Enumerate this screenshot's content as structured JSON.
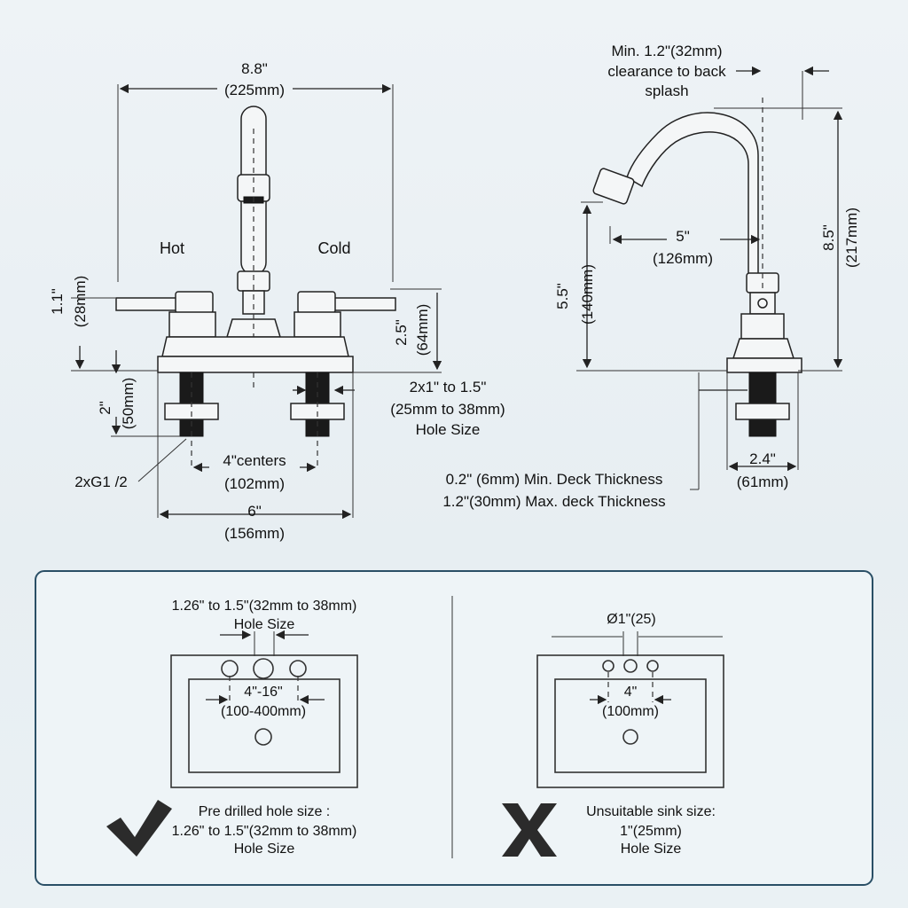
{
  "front_view": {
    "width_in": "8.8\"",
    "width_mm": "(225mm)",
    "hot": "Hot",
    "cold": "Cold",
    "handle_h_in": "1.1\"",
    "handle_h_mm": "(28mm)",
    "base_h_in": "2.5\"",
    "base_h_mm": "(64mm)",
    "shank_in": "2\"",
    "shank_mm": "(50mm)",
    "hole_line1": "2x1\" to 1.5\"",
    "hole_line2": "(25mm to 38mm)",
    "hole_line3": "Hole Size",
    "centers_in": "4\"centers",
    "centers_mm": "(102mm)",
    "thread": "2xG1 /2",
    "base_w_in": "6\"",
    "base_w_mm": "(156mm)"
  },
  "side_view": {
    "clearance1": "Min. 1.2\"(32mm)",
    "clearance2": "clearance to back",
    "clearance3": "splash",
    "reach_in": "5\"",
    "reach_mm": "(126mm)",
    "spout_h_in": "5.5\"",
    "spout_h_mm": "(140mm)",
    "total_h_in": "8.5\"",
    "total_h_mm": "(217mm)",
    "base_d_in": "2.4\"",
    "base_d_mm": "(61mm)",
    "deck_min": "0.2\" (6mm) Min. Deck Thickness",
    "deck_max": "1.2\"(30mm) Max. deck Thickness"
  },
  "good_sink": {
    "hole_top1": "1.26\" to 1.5\"(32mm to 38mm)",
    "hole_top2": "Hole Size",
    "spread1": "4\"-16\"",
    "spread2": "(100-400mm)",
    "caption1": "Pre drilled hole size :",
    "caption2": "1.26\" to 1.5\"(32mm to 38mm)",
    "caption3": "Hole Size",
    "mark_icon": "check-icon"
  },
  "bad_sink": {
    "hole_top": "Ø1\"(25)",
    "spread1": "4\"",
    "spread2": "(100mm)",
    "caption1": "Unsuitable sink size:",
    "caption2": "1\"(25mm)",
    "caption3": "Hole Size",
    "mark_icon": "x-icon"
  },
  "colors": {
    "panel_border": "#2a4f66",
    "ink": "#111111"
  }
}
